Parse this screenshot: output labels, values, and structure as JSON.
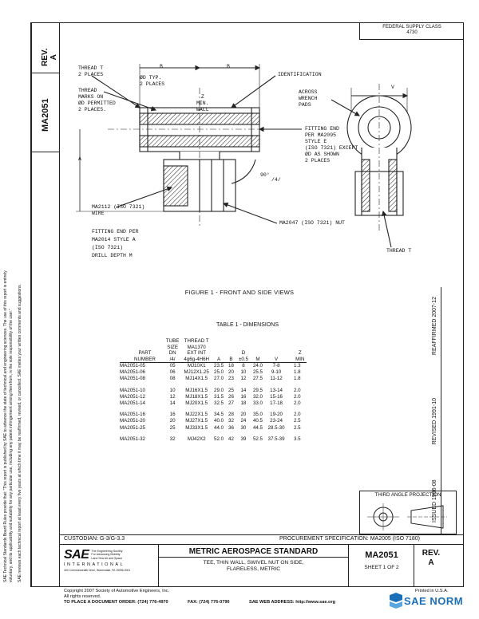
{
  "header": {
    "rev_label": "REV.",
    "rev_value": "A",
    "doc_number": "MA2051",
    "federal_supply_class": "FEDERAL SUPPLY CLASS",
    "fsc_value": "4730"
  },
  "side_notice": {
    "line1": "SAE Technical Standards Board Rules provide that: \"This report is published by SAE to advance the state of technical and engineering sciences. The use of this report is entirely",
    "line2": "voluntary, and its applicability and suitability for any particular use, including any patent infringement arising therefrom, is the sole responsibility of the user.\"",
    "line3": "SAE reviews each technical report at least every five years at which time it may be reaffirmed, revised, or cancelled. SAE invites your written comments and suggestions."
  },
  "drawing": {
    "thread_t_2_places": "THREAD T\n2 PLACES",
    "dim_b": "B",
    "dim_b2": "B",
    "d_typ": "ØD TYP.\n2 PLACES",
    "thread_marks": "THREAD\nMARKS ON\nØD PERMITTED\n2 PLACES.",
    "z_min_wall": "Z\nMIN.\nWALL",
    "identification": "IDENTIFICATION",
    "across_wrench": "ACROSS\nWRENCH\nPADS",
    "dim_v": "V",
    "fitting_end_e": "FITTING END\nPER MA2095\nSTYLE E\n(ISO 7321) EXCEPT\nØD AS SHOWN\n2 PLACES",
    "dim_a": "A",
    "angle": "90°",
    "angle_tol": "/4/",
    "wire": "MA2112 (ISO 7321)\nWIRE",
    "nut": "MA2047 (ISO 7321) NUT",
    "fitting_end_a": "FITTING END PER\nMA2014 STYLE A\n(ISO 7321)\nDRILL DEPTH M",
    "thread_t": "THREAD T"
  },
  "figure_caption": "FIGURE 1 - FRONT AND SIDE VIEWS",
  "table_title": "TABLE 1 - DIMENSIONS",
  "table": {
    "headers": {
      "part": "PART\nNUMBER",
      "tube": "TUBE\nSIZE\nDN\n/4/",
      "thread": "THREAD T\nMA1370\nEXT INT\n4g6g-4H6H",
      "a": "A",
      "b": "B",
      "d": "D\n±0.5",
      "m": "M",
      "v": "V",
      "z": "Z\nMIN"
    },
    "groups": [
      [
        [
          "MA2051-05",
          "05",
          "MJ10X1",
          "23.5",
          "18",
          "8",
          "24.0",
          "7-8",
          "1.3"
        ],
        [
          "MA2051-06",
          "06",
          "MJ12X1.25",
          "25.0",
          "20",
          "10",
          "25.5",
          "9-10",
          "1.8"
        ],
        [
          "MA2051-08",
          "08",
          "MJ14X1.5",
          "27.0",
          "23",
          "12",
          "27.5",
          "11-12",
          "1.8"
        ]
      ],
      [
        [
          "MA2051-10",
          "10",
          "MJ16X1.5",
          "29.0",
          "25",
          "14",
          "29.5",
          "13-14",
          "2.0"
        ],
        [
          "MA2051-12",
          "12",
          "MJ18X1.5",
          "31.5",
          "26",
          "16",
          "32.0",
          "15-16",
          "2.0"
        ],
        [
          "MA2051-14",
          "14",
          "MJ20X1.5",
          "32.5",
          "27",
          "18",
          "33.0",
          "17-18",
          "2.0"
        ]
      ],
      [
        [
          "MA2051-16",
          "16",
          "MJ22X1.5",
          "34.5",
          "28",
          "20",
          "35.0",
          "19-20",
          "2.0"
        ],
        [
          "MA2051-20",
          "20",
          "MJ27X1.5",
          "40.0",
          "32",
          "24",
          "40.5",
          "23-24",
          "2.5"
        ],
        [
          "MA2051-25",
          "25",
          "MJ33X1.5",
          "44.0",
          "36",
          "30",
          "44.5",
          "28.5-30",
          "2.5"
        ]
      ],
      [
        [
          "MA2051-32",
          "32",
          "MJ42X2",
          "52.0",
          "42",
          "39",
          "52.5",
          "37.5-39",
          "3.5"
        ]
      ]
    ]
  },
  "right_strip": {
    "issued": "ISSUED 1996-08",
    "revised": "REVISED 1991-10",
    "reaffirmed": "REAFFIRMED 2007-12"
  },
  "projection": {
    "title": "THIRD ANGLE PROJECTION"
  },
  "custodian": "CUSTODIAN: G-3/G-3.3",
  "procurement": "PROCUREMENT SPECIFICATION: MA2005 (ISO 7180)",
  "title_block": {
    "sae_logo": "SAE",
    "sae_lines": "The Engineering Society\nFor Advancing Mobility\nLand Sea Air and Space",
    "international": "INTERNATIONAL",
    "address": "400 Commonwealth Drive, Warrendale, PA 15096-0001",
    "standard_title": "METRIC AEROSPACE STANDARD",
    "subtitle": "TEE, THIN WALL, SWIVEL NUT ON SIDE,\nFLARELESS, METRIC",
    "doc_number": "MA2051",
    "sheet": "SHEET 1 OF 2",
    "rev_label": "REV.",
    "rev_value": "A"
  },
  "footer": {
    "copyright": "Copyright 2007 Society of Automotive Engineers, Inc.",
    "rights": "All rights reserved.",
    "printed": "Printed in U.S.A.",
    "order": "TO PLACE A DOCUMENT ORDER:  (724) 776-4970",
    "fax": "FAX: (724) 776-0790",
    "web": "SAE WEB ADDRESS:  http://www.sae.org"
  },
  "watermark": {
    "logo_text": "SAE NORM",
    "colors": {
      "brand": "#1b6fb8"
    }
  }
}
